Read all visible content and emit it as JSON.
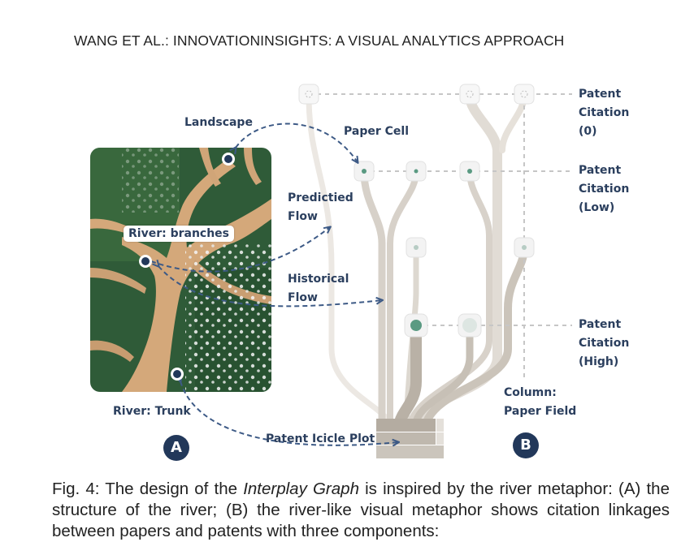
{
  "header": {
    "running_title": "WANG ET AL.: INNOVATIONINSIGHTS: A VISUAL ANALYTICS APPROACH"
  },
  "panel_a": {
    "badge": "A",
    "labels": {
      "landscape": "Landscape",
      "river_branches": "River: branches",
      "river_trunk": "River: Trunk"
    }
  },
  "panel_b": {
    "badge": "B",
    "labels": {
      "paper_cell": "Paper Cell",
      "predicted_flow": [
        "Predictied",
        "Flow"
      ],
      "historical_flow": [
        "Historical",
        "Flow"
      ],
      "patent_icicle_plot": "Patent Icicle Plot",
      "column": [
        "Column:",
        "Paper Field"
      ],
      "citation_zero": [
        "Patent",
        "Citation",
        "(0)"
      ],
      "citation_low": [
        "Patent",
        "Citation",
        "(Low)"
      ],
      "citation_high": [
        "Patent",
        "Citation",
        "(High)"
      ]
    }
  },
  "colors": {
    "navy": "#22385a",
    "label": "#2b3f5e",
    "dashed_arrow": "#3d5a86",
    "node_teal": "#5a9a82",
    "flow_gray": "#cfcac2"
  },
  "caption": {
    "fig": "Fig. 4: The design of the ",
    "title": "Interplay Graph",
    "rest": " is inspired by the river metaphor: (A) the structure of the river; (B) the river-like visual metaphor shows citation linkages between papers and patents with three components:"
  }
}
